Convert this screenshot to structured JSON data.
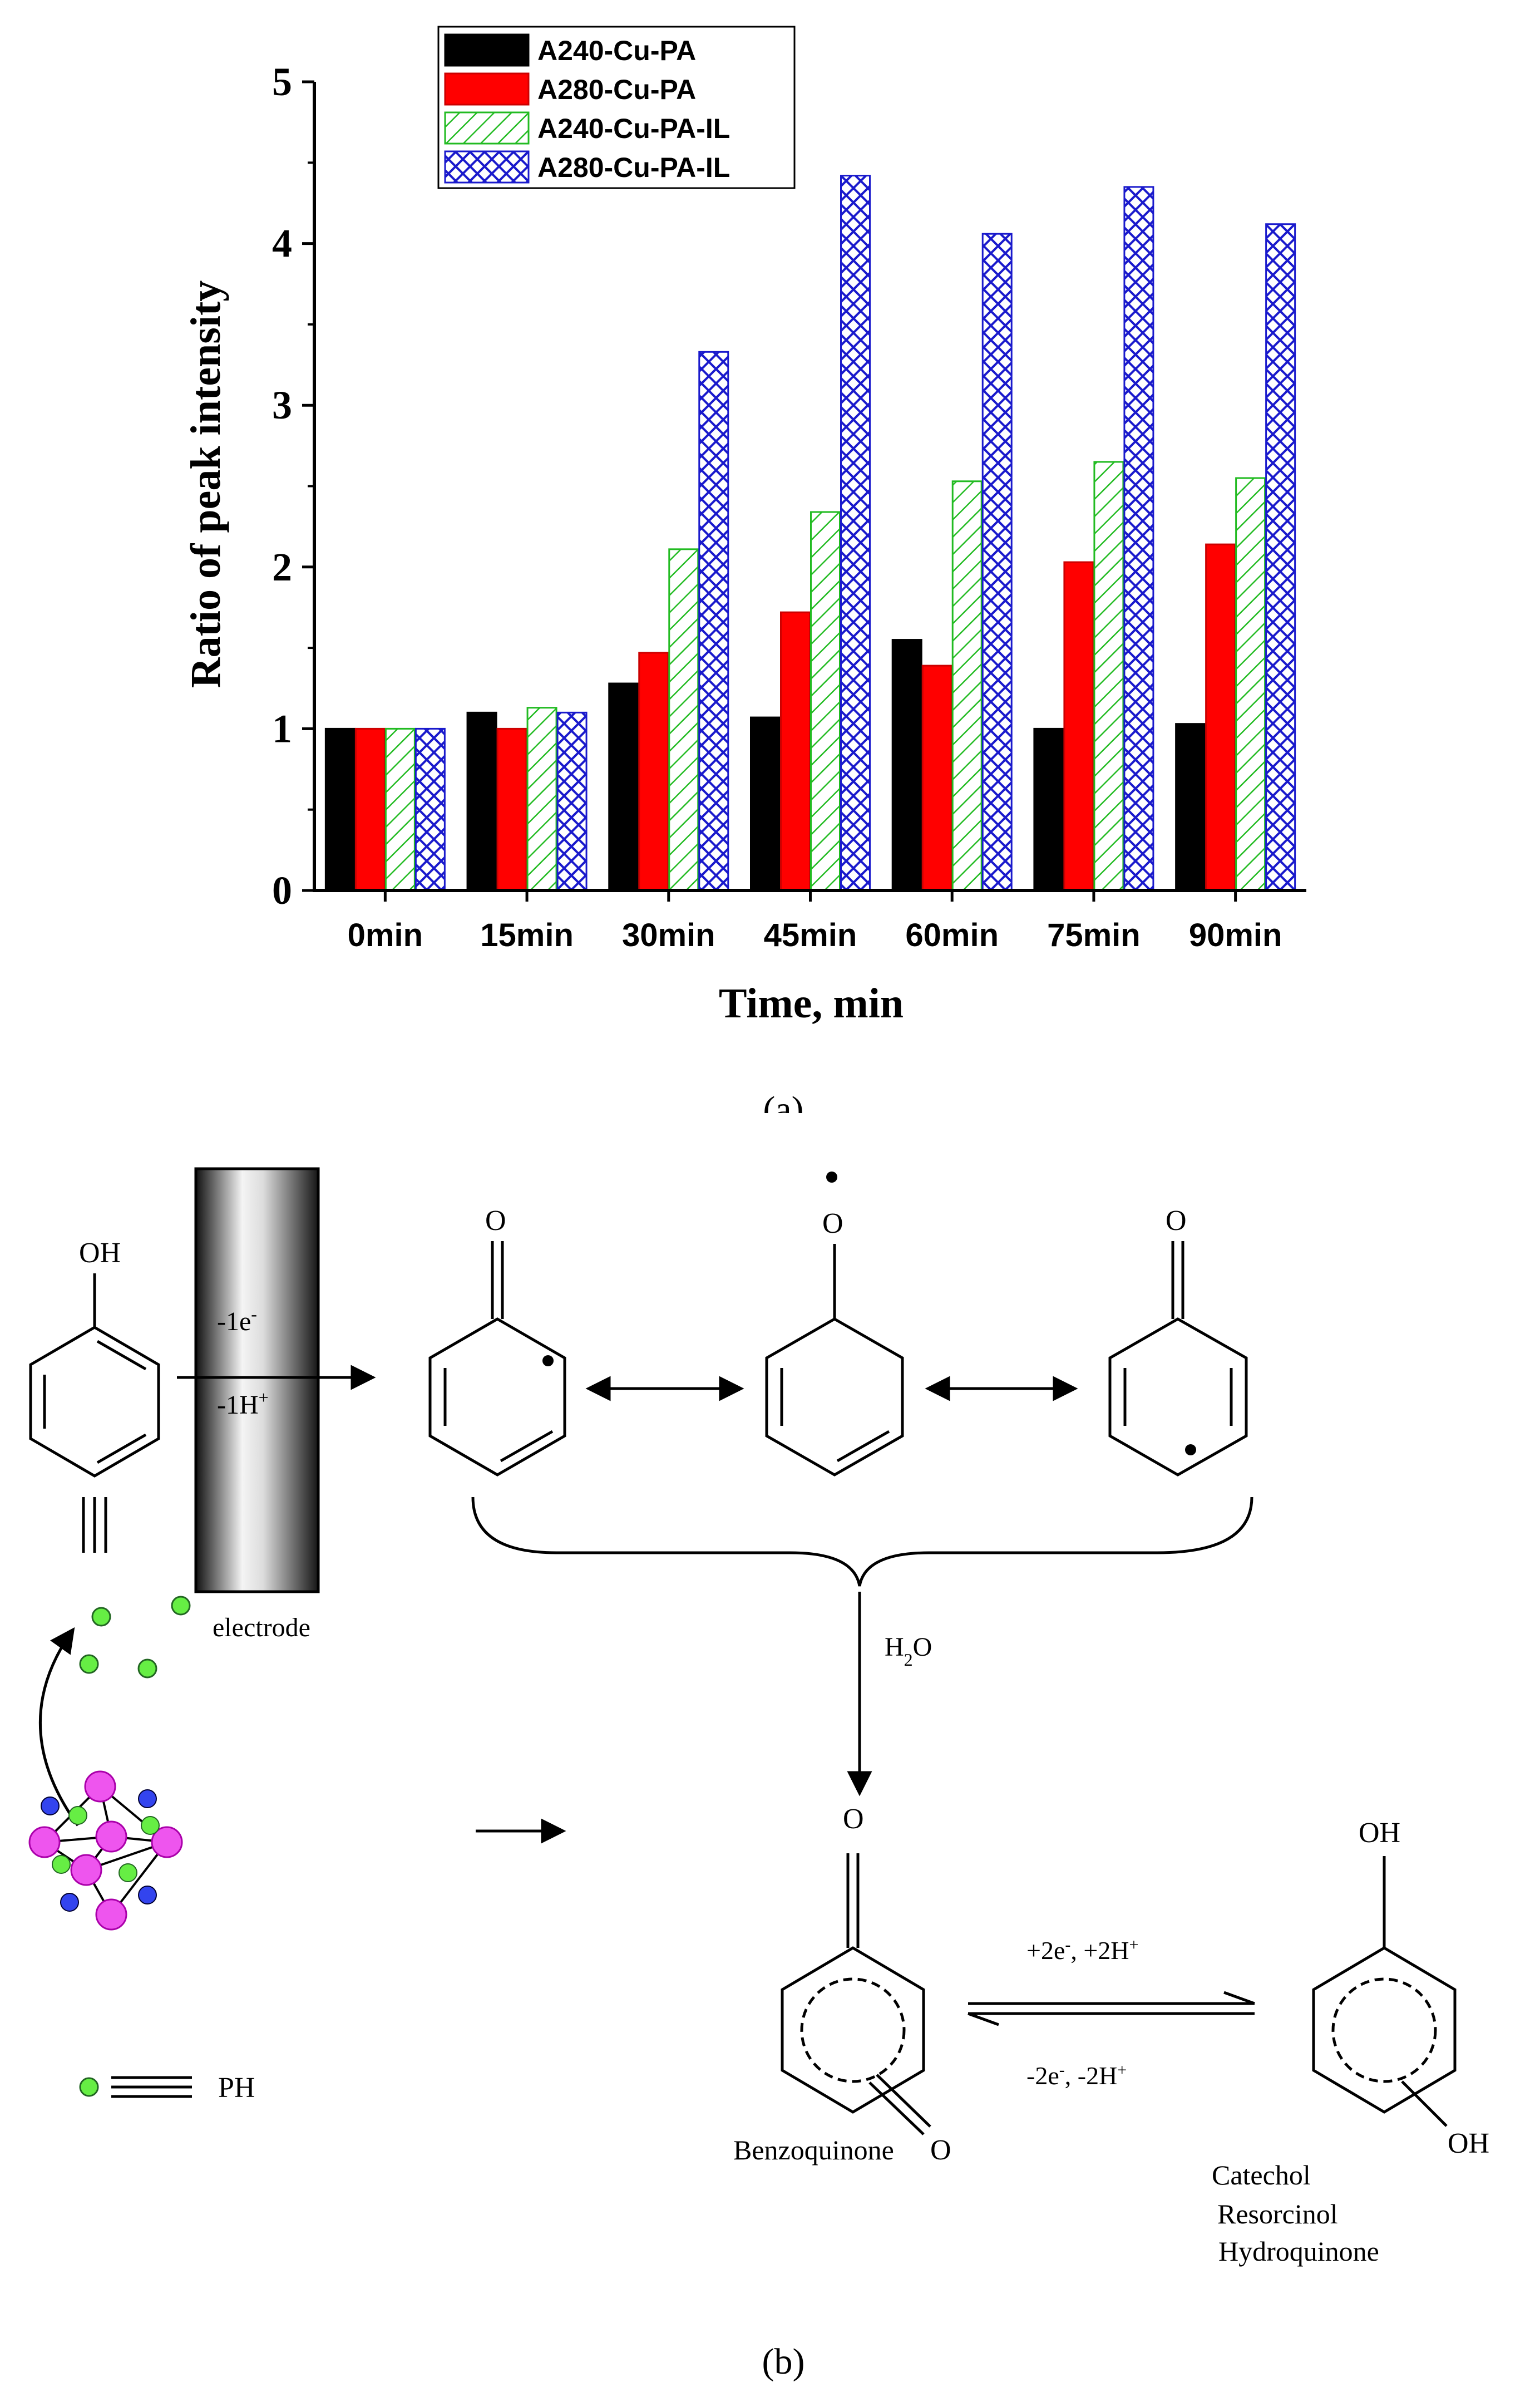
{
  "chart_data": {
    "type": "bar",
    "categories": [
      "0min",
      "15min",
      "30min",
      "45min",
      "60min",
      "75min",
      "90min"
    ],
    "series": [
      {
        "name": "A240-Cu-PA",
        "values": [
          1.0,
          1.1,
          1.28,
          1.07,
          1.55,
          1.0,
          1.03
        ],
        "color": "#000000",
        "pattern": "solid"
      },
      {
        "name": "A280-Cu-PA",
        "values": [
          1.0,
          1.0,
          1.47,
          1.72,
          1.39,
          2.03,
          2.14
        ],
        "color": "#ff0000",
        "pattern": "solid"
      },
      {
        "name": "A240-Cu-PA-IL",
        "values": [
          1.0,
          1.13,
          2.11,
          2.34,
          2.53,
          2.65,
          2.55
        ],
        "color": "#22bb22",
        "pattern": "diagonal-hatch"
      },
      {
        "name": "A280-Cu-PA-IL",
        "values": [
          1.0,
          1.1,
          3.33,
          4.42,
          4.06,
          4.35,
          4.12
        ],
        "color": "#1a1acc",
        "pattern": "cross-hatch"
      }
    ],
    "xlabel": "Time, min",
    "ylabel": "Ratio of peak intensity",
    "ylim": [
      0,
      5
    ],
    "yticks": [
      0,
      1,
      2,
      3,
      4,
      5
    ],
    "grid": false,
    "legend": "top-left"
  },
  "captions": {
    "a": "(a)",
    "b": "(b)"
  },
  "scheme": {
    "electrode_label": "electrode",
    "minus_e": "-1e",
    "minus_e_sup": "-",
    "minus_h": "-1H",
    "minus_h_sup": "+",
    "phenol_oh": "OH",
    "oxygen": "O",
    "water": "H",
    "water_sub": "2",
    "water_o": "O",
    "fwd_left": "+2e",
    "fwd_sup1": "-",
    "fwd_mid": ", +2H",
    "fwd_sup2": "+",
    "rev_left": "-2e",
    "rev_sup1": "-",
    "rev_mid": ", -2H",
    "rev_sup2": "+",
    "benzoquinone": "Benzoquinone",
    "product_oh1": "OH",
    "product_oh2": "OH",
    "products": [
      "Catechol",
      "Resorcinol",
      "Hydroquinone"
    ],
    "legend_ph": "PH"
  }
}
